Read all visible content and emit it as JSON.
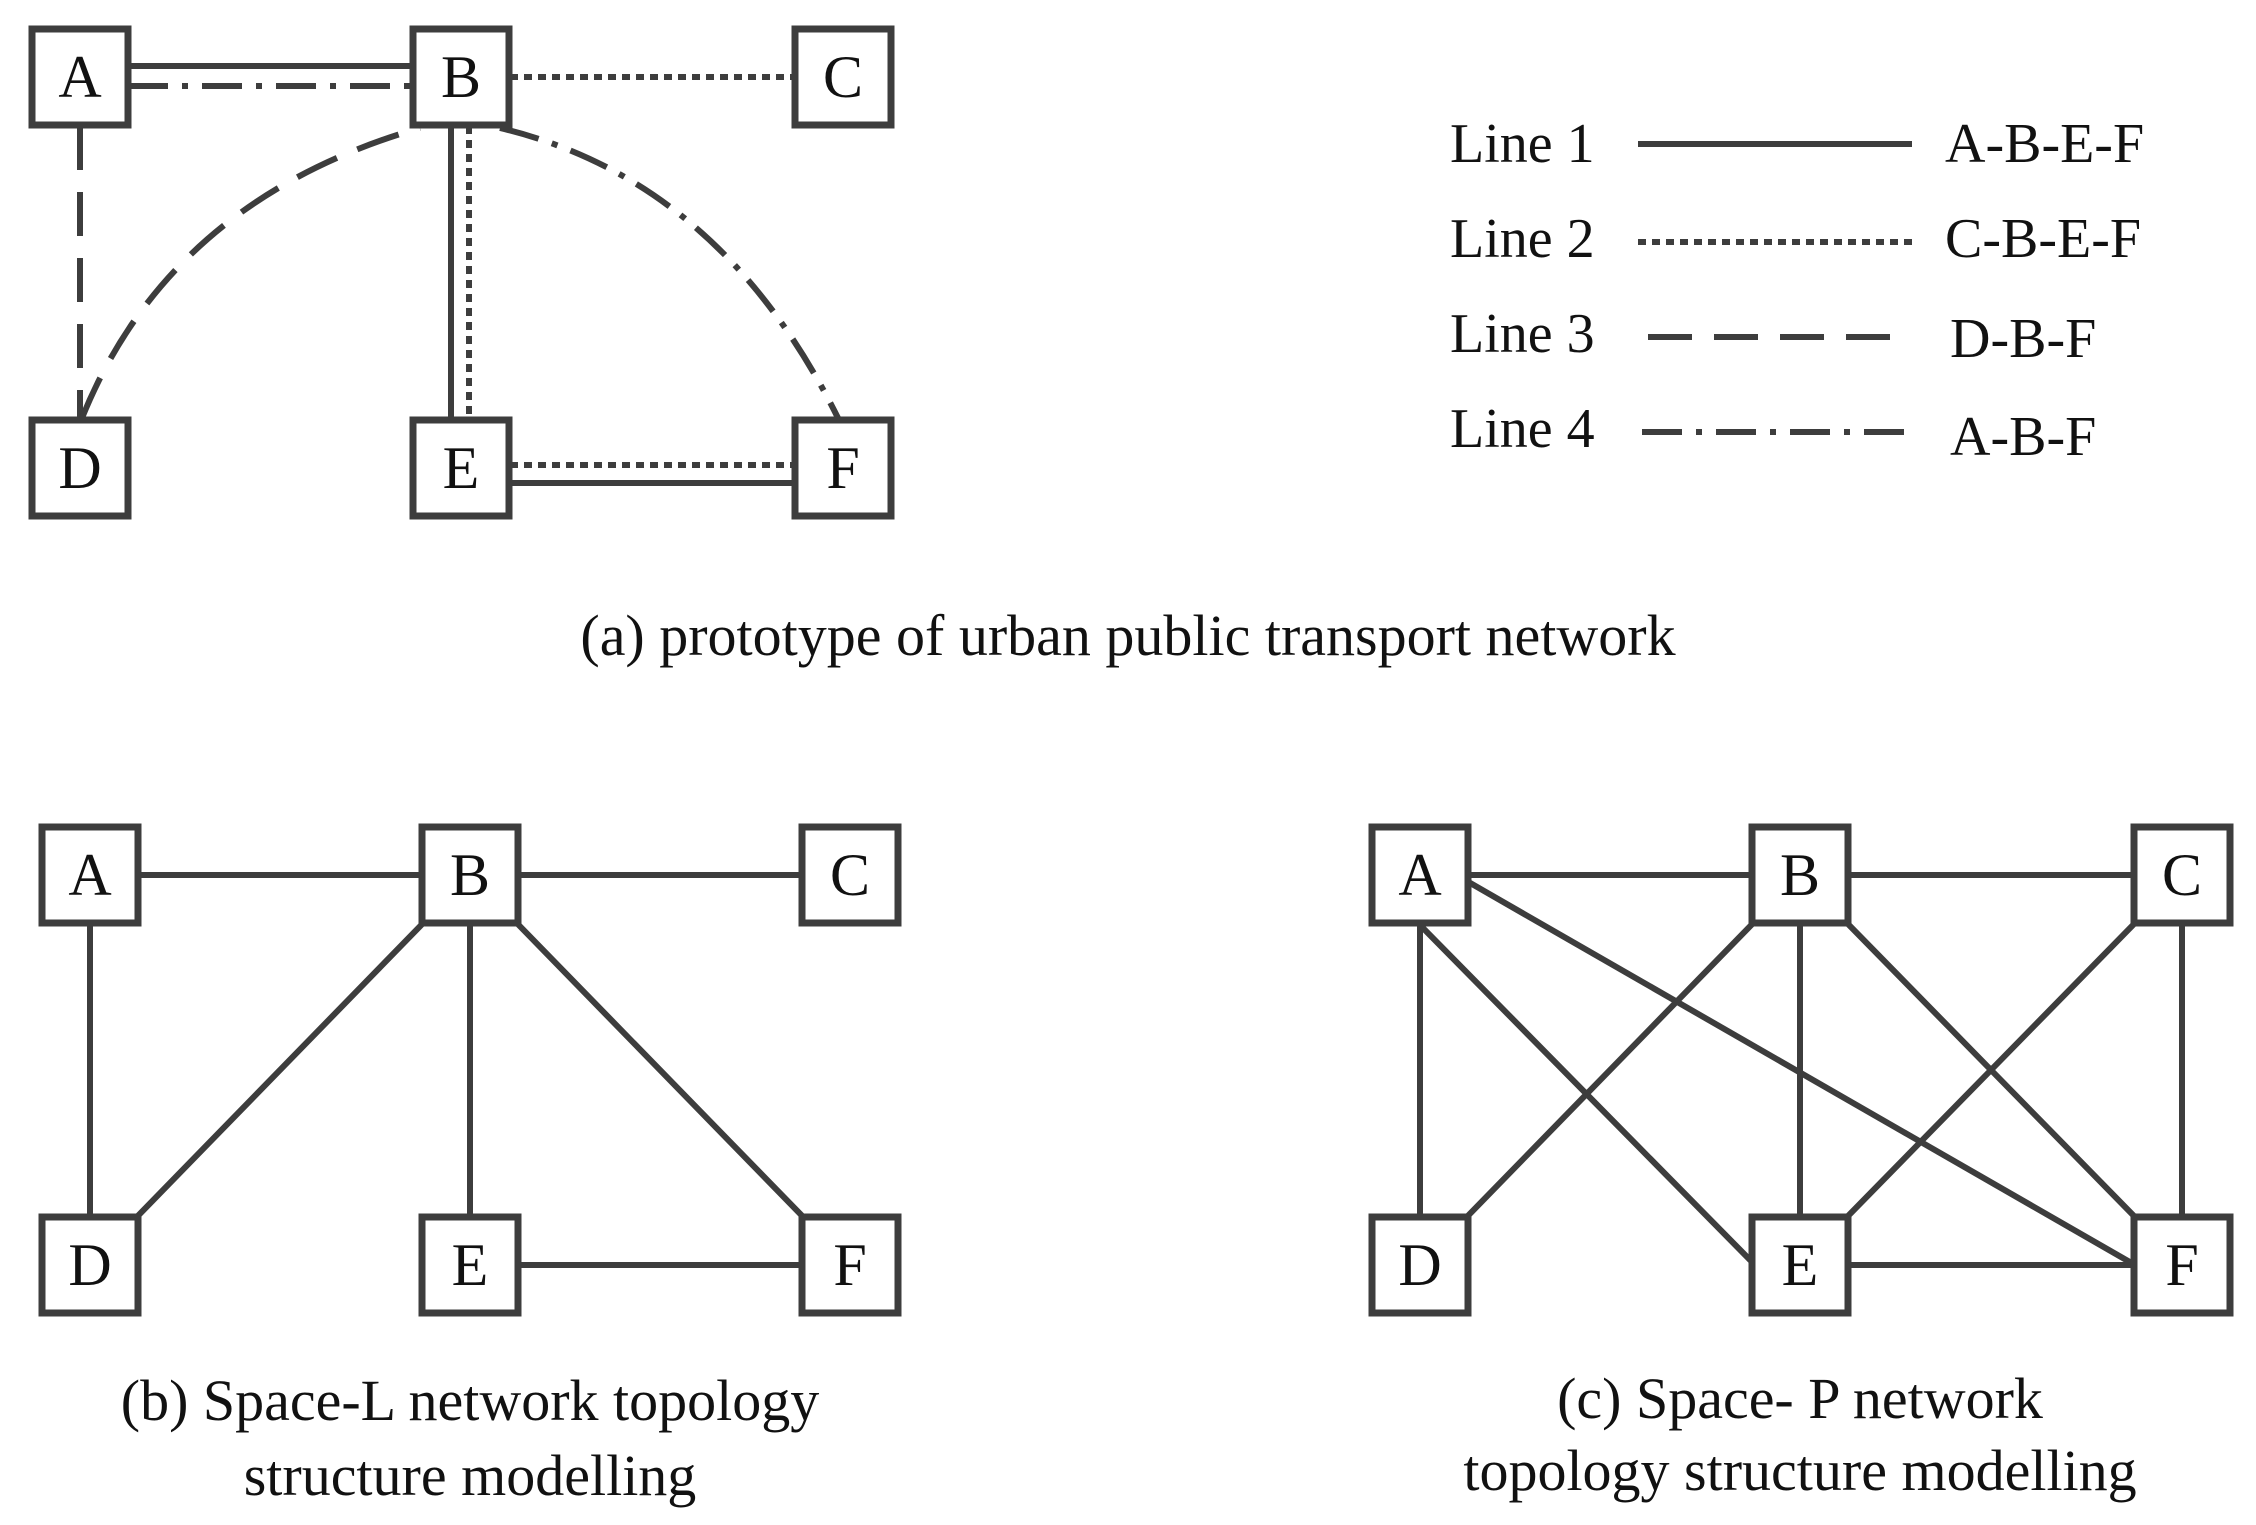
{
  "panels": {
    "a": {
      "caption": "(a) prototype of urban public transport network",
      "nodes": [
        "A",
        "B",
        "C",
        "D",
        "E",
        "F"
      ]
    },
    "b": {
      "caption_lines": [
        "(b) Space-L network topology",
        "structure modelling"
      ],
      "nodes": [
        "A",
        "B",
        "C",
        "D",
        "E",
        "F"
      ]
    },
    "c": {
      "caption_lines": [
        "(c) Space- P network",
        "topology structure modelling"
      ],
      "nodes": [
        "A",
        "B",
        "C",
        "D",
        "E",
        "F"
      ]
    }
  },
  "legend": [
    {
      "name": "Line 1",
      "route": "A-B-E-F",
      "style": "solid"
    },
    {
      "name": "Line 2",
      "route": "C-B-E-F",
      "style": "dotted"
    },
    {
      "name": "Line 3",
      "route": "D-B-F",
      "style": "dashed"
    },
    {
      "name": "Line 4",
      "route": "A-B-F",
      "style": "dash-dot"
    }
  ],
  "space_l_edges": [
    [
      "A",
      "B"
    ],
    [
      "B",
      "C"
    ],
    [
      "A",
      "D"
    ],
    [
      "B",
      "D"
    ],
    [
      "B",
      "E"
    ],
    [
      "B",
      "F"
    ],
    [
      "E",
      "F"
    ]
  ],
  "space_p_edges": [
    [
      "A",
      "B"
    ],
    [
      "B",
      "C"
    ],
    [
      "A",
      "D"
    ],
    [
      "A",
      "E"
    ],
    [
      "A",
      "F"
    ],
    [
      "B",
      "D"
    ],
    [
      "B",
      "E"
    ],
    [
      "B",
      "F"
    ],
    [
      "C",
      "E"
    ],
    [
      "C",
      "F"
    ],
    [
      "E",
      "F"
    ]
  ],
  "colors": {
    "line": "#3d3d3d",
    "text": "#111111",
    "background": "#ffffff"
  }
}
